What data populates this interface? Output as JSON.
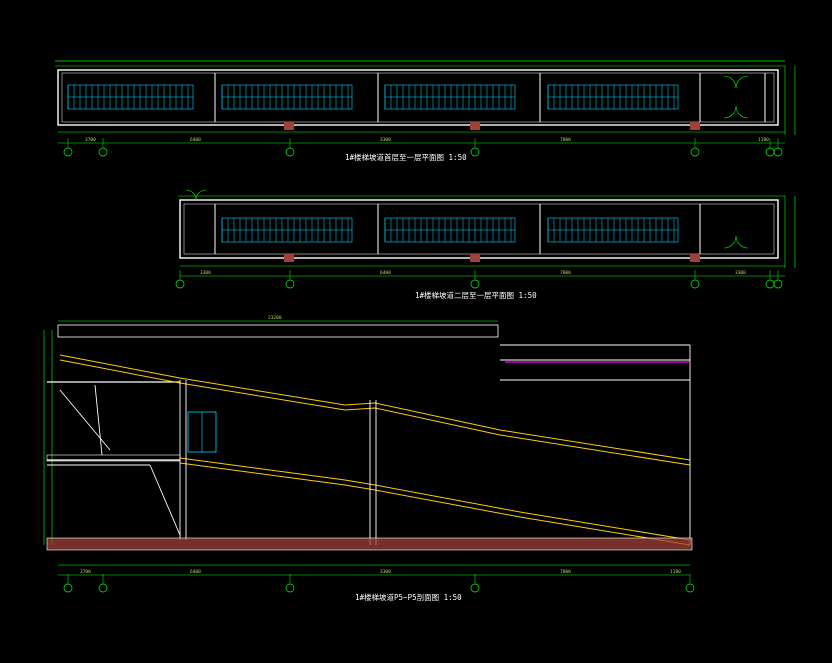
{
  "colors": {
    "background": "#000000",
    "wall": "#ffffff",
    "dimension": "#00ff00",
    "stair": "#00d8ff",
    "text": "#ffff66",
    "hatch": "#a0403a",
    "ramp": "#ffcc00",
    "accent": "#ff00ff"
  },
  "plan1": {
    "title": "1#楼梯坡道首层至一层平面图  1:50",
    "dims_bottom": [
      "3700",
      "6400",
      "3300",
      "7800",
      "1180"
    ]
  },
  "plan2": {
    "title": "1#楼梯坡道二层至一层平面图  1:50",
    "dims_bottom": [
      "3300",
      "6400",
      "7800",
      "3300"
    ]
  },
  "section": {
    "title": "1#楼梯坡道P5~P5剖面图  1:50",
    "top_dim": "23200",
    "dims_bottom": [
      "3700",
      "6400",
      "3300",
      "7800",
      "1180"
    ]
  }
}
